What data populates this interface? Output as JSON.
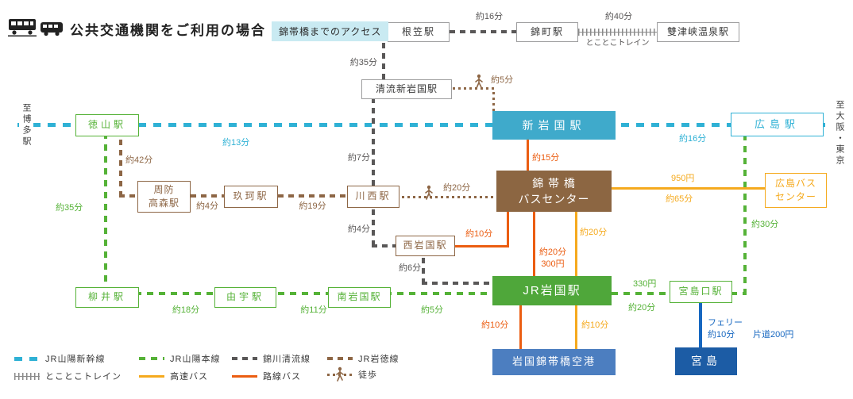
{
  "header": {
    "title": "公共交通機関をご利用の場合",
    "badge": "錦帯橋までのアクセス"
  },
  "icons": {
    "train_icon": "train pictogram",
    "bus_icon": "bus pictogram",
    "walk_icon": "walking person pictogram"
  },
  "stations": {
    "nekasa": "根笠駅",
    "nishikicho": "錦町駅",
    "sozukyo": "雙津峡温泉駅",
    "seiryu_shin_iwakuni": "清流新岩国駅",
    "shin_iwakuni": "新岩国駅",
    "hiroshima": "広島駅",
    "tokuyama": "徳山駅",
    "suo_takamori": "周防\n高森駅",
    "kuga": "玖珂駅",
    "kawanishi": "川西駅",
    "kintaikyo_bus_center": "錦 帯 橋\nバスセンター",
    "hiroshima_bus_center": "広島バス\nセンター",
    "nishi_iwakuni": "西岩国駅",
    "jr_iwakuni": "JR岩国駅",
    "yanai": "柳井駅",
    "yuu": "由宇駅",
    "minami_iwakuni": "南岩国駅",
    "miyajimaguchi": "宮島口駅",
    "airport": "岩国錦帯橋空港",
    "miyajima": "宮島"
  },
  "edge_labels": {
    "nekasa_nishikicho": "約16分",
    "nishikicho_sozukyo": "約40分",
    "tokotoko_train": "とことこトレイン",
    "nekasa_seiryu": "約35分",
    "seiryu_walk": "約5分",
    "tokuyama_shin_iwakuni": "約13分",
    "shin_iwakuni_hiroshima": "約16分",
    "to_hakata": "至博多駅",
    "to_osaka_tokyo": "至大阪・東京",
    "tokuyama_takamori": "約42分",
    "takamori_kuga": "約4分",
    "kuga_kawanishi": "約19分",
    "seiryu_kawanishi": "約7分",
    "kawanishi_walk": "約20分",
    "shin_iwakuni_bc": "約15分",
    "bc_hiroshima_fare": "950円",
    "bc_hiroshima_time": "約65分",
    "kawanishi_nishi": "約4分",
    "nishi_bc": "約10分",
    "bc_jr_kosoku": "約20分",
    "bc_jr_rosen": "約20分\n300円",
    "nishi_jr": "約6分",
    "tokuyama_yanai": "約35分",
    "yanai_yuu": "約18分",
    "yuu_minami": "約11分",
    "minami_jr": "約5分",
    "jr_miyajimaguchi_fare": "330円",
    "jr_miyajimaguchi_time": "約20分",
    "miyajimaguchi_hiroshima": "約30分",
    "ferry": "フェリー\n約10分",
    "ferry_fare": "片道200円",
    "jr_airport_rosen": "約10分",
    "jr_airport_kosoku": "約10分"
  },
  "legend": {
    "row1": [
      {
        "key": "shinkansen",
        "label": "JR山陽新幹線"
      },
      {
        "key": "sanyo",
        "label": "JR山陽本線"
      },
      {
        "key": "seiryu",
        "label": "錦川清流線"
      },
      {
        "key": "gantoku",
        "label": "JR岩徳線"
      }
    ],
    "row2": [
      {
        "key": "tokotoko",
        "label": "とことこトレイン"
      },
      {
        "key": "kosoku",
        "label": "高速バス"
      },
      {
        "key": "rosen",
        "label": "路線バス"
      },
      {
        "key": "walk",
        "label": "徒歩"
      }
    ]
  },
  "colors": {
    "shinkansen_cyan": "#2FB1D5",
    "sanyo_green": "#55B237",
    "seiryu_gray": "#595757",
    "gantoku_brown": "#8D6645",
    "kosoku_yellow": "#F5AA1E",
    "rosen_orange": "#EB5D11",
    "ferry_blue": "#1667C0",
    "fill_shin_iwakuni": "#3FAACB",
    "fill_bus_center": "#8C6642",
    "fill_jr_iwakuni": "#4FA73A",
    "fill_airport": "#4C7EC0",
    "fill_miyajima": "#1C5CA5",
    "badge_bg": "#C9EAF2",
    "box_gray_border": "#9E9E9F",
    "text_dark": "#3A3A3A"
  }
}
